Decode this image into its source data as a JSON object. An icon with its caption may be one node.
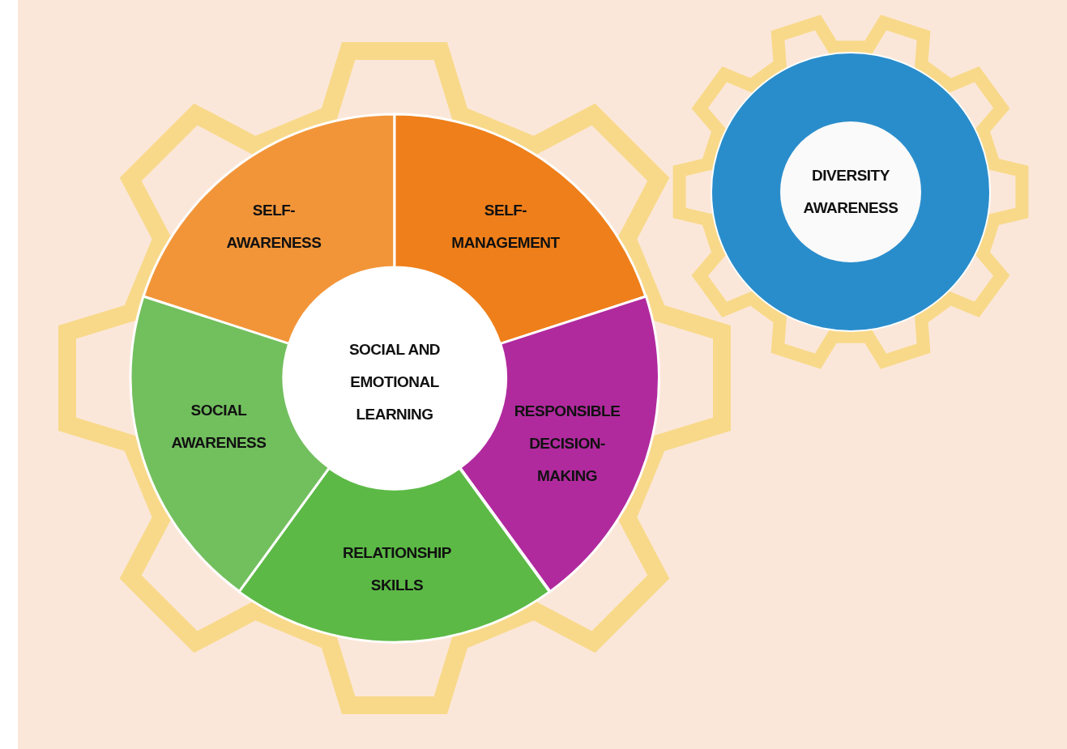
{
  "diagram": {
    "nodes": [
      {
        "text": [
          "SOCIAL AND EMOTIONAL LEARNING"
        ]
      },
      {
        "text": [
          "SELF-AWARENESS"
        ]
      },
      {
        "text": [
          "SELF-MANAGEMENT"
        ]
      },
      {
        "text": [
          "RESPONSIBLE DECISION-MAKING"
        ]
      },
      {
        "text": [
          "RELATIONSHIP SKILLS"
        ]
      },
      {
        "text": [
          "SOCIAL AWARENESS"
        ]
      },
      {
        "text": [
          "DIVERSITY AWARENESS"
        ]
      }
    ],
    "edges": []
  }
}
